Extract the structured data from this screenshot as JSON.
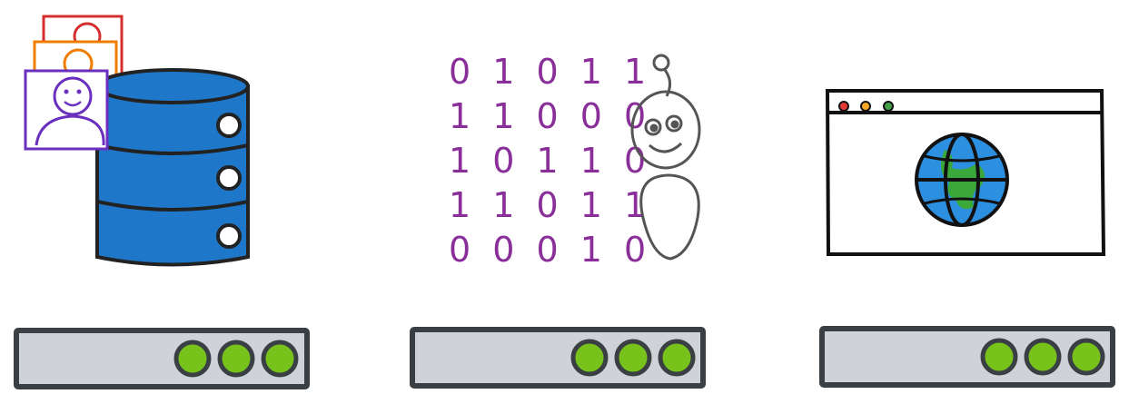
{
  "colors": {
    "stroke": "#222222",
    "database_blue": "#1f77c9",
    "binary_purple": "#8a2f9a",
    "server_fill": "#cfd3d8",
    "server_border": "#3a3f44",
    "led_green": "#77c21b",
    "globe_blue": "#2d8fe0",
    "globe_green": "#3aa83a",
    "photo_red": "#d32f2f",
    "photo_orange": "#ef7d00",
    "photo_purple": "#6a2fbf",
    "dot_red": "#e53935",
    "dot_yellow": "#f5a623",
    "dot_green": "#43a047"
  },
  "icons": {
    "profile_photos": "stacked-profile-photos-icon",
    "database": "database-icon",
    "robot": "robot-icon",
    "browser": "browser-window-icon",
    "globe": "globe-icon",
    "server": "server-rack-icon"
  },
  "binary": {
    "rows": [
      "0 1 0 1 1",
      "1 1 0 0 0",
      "1 0 1 1 0",
      "1 1 0 1 1",
      "0 0 0 1 0"
    ]
  },
  "servers": {
    "count": 3,
    "leds_per_server": 3
  }
}
